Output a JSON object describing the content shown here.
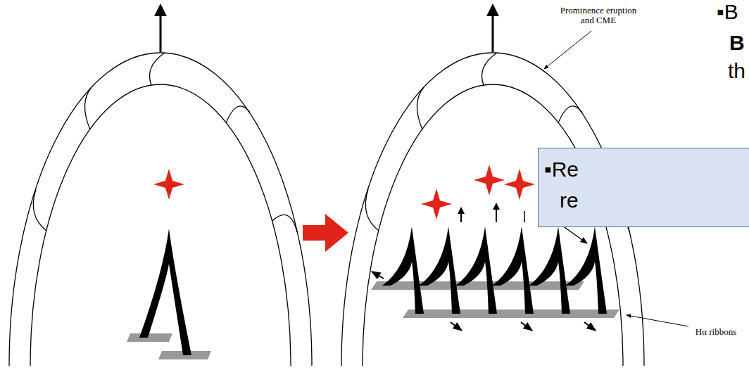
{
  "diagram": {
    "nodes": [
      {
        "text": [
          "▪Re re"
        ]
      }
    ],
    "labels": [
      "Prominence eruption and CME",
      "▪B",
      "B",
      "th",
      "Hα ribbons"
    ]
  }
}
